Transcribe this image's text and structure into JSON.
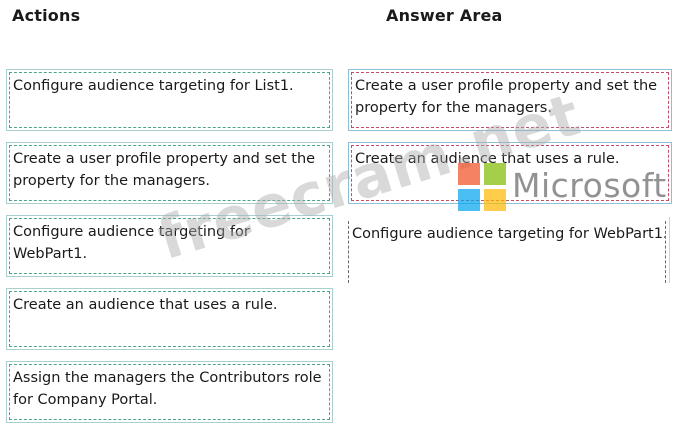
{
  "headings": {
    "actions": "Actions",
    "answer_area": "Answer Area"
  },
  "actions": [
    "Configure audience targeting for List1.",
    "Create a user profile property and set the property for the managers.",
    "Configure audience targeting for WebPart1.",
    "Create an audience that uses a rule.",
    "Assign the managers the Contributors role for Company Portal."
  ],
  "answer_area": [
    "Create a user profile property and set the property for the managers.",
    "Create an audience that uses a rule.",
    "Configure audience targeting for WebPart1."
  ],
  "watermark": {
    "text": "freecram.net",
    "brand": "Microsoft",
    "logo_colors": [
      "#f25022",
      "#7fba00",
      "#00a4ef",
      "#ffb900"
    ]
  }
}
